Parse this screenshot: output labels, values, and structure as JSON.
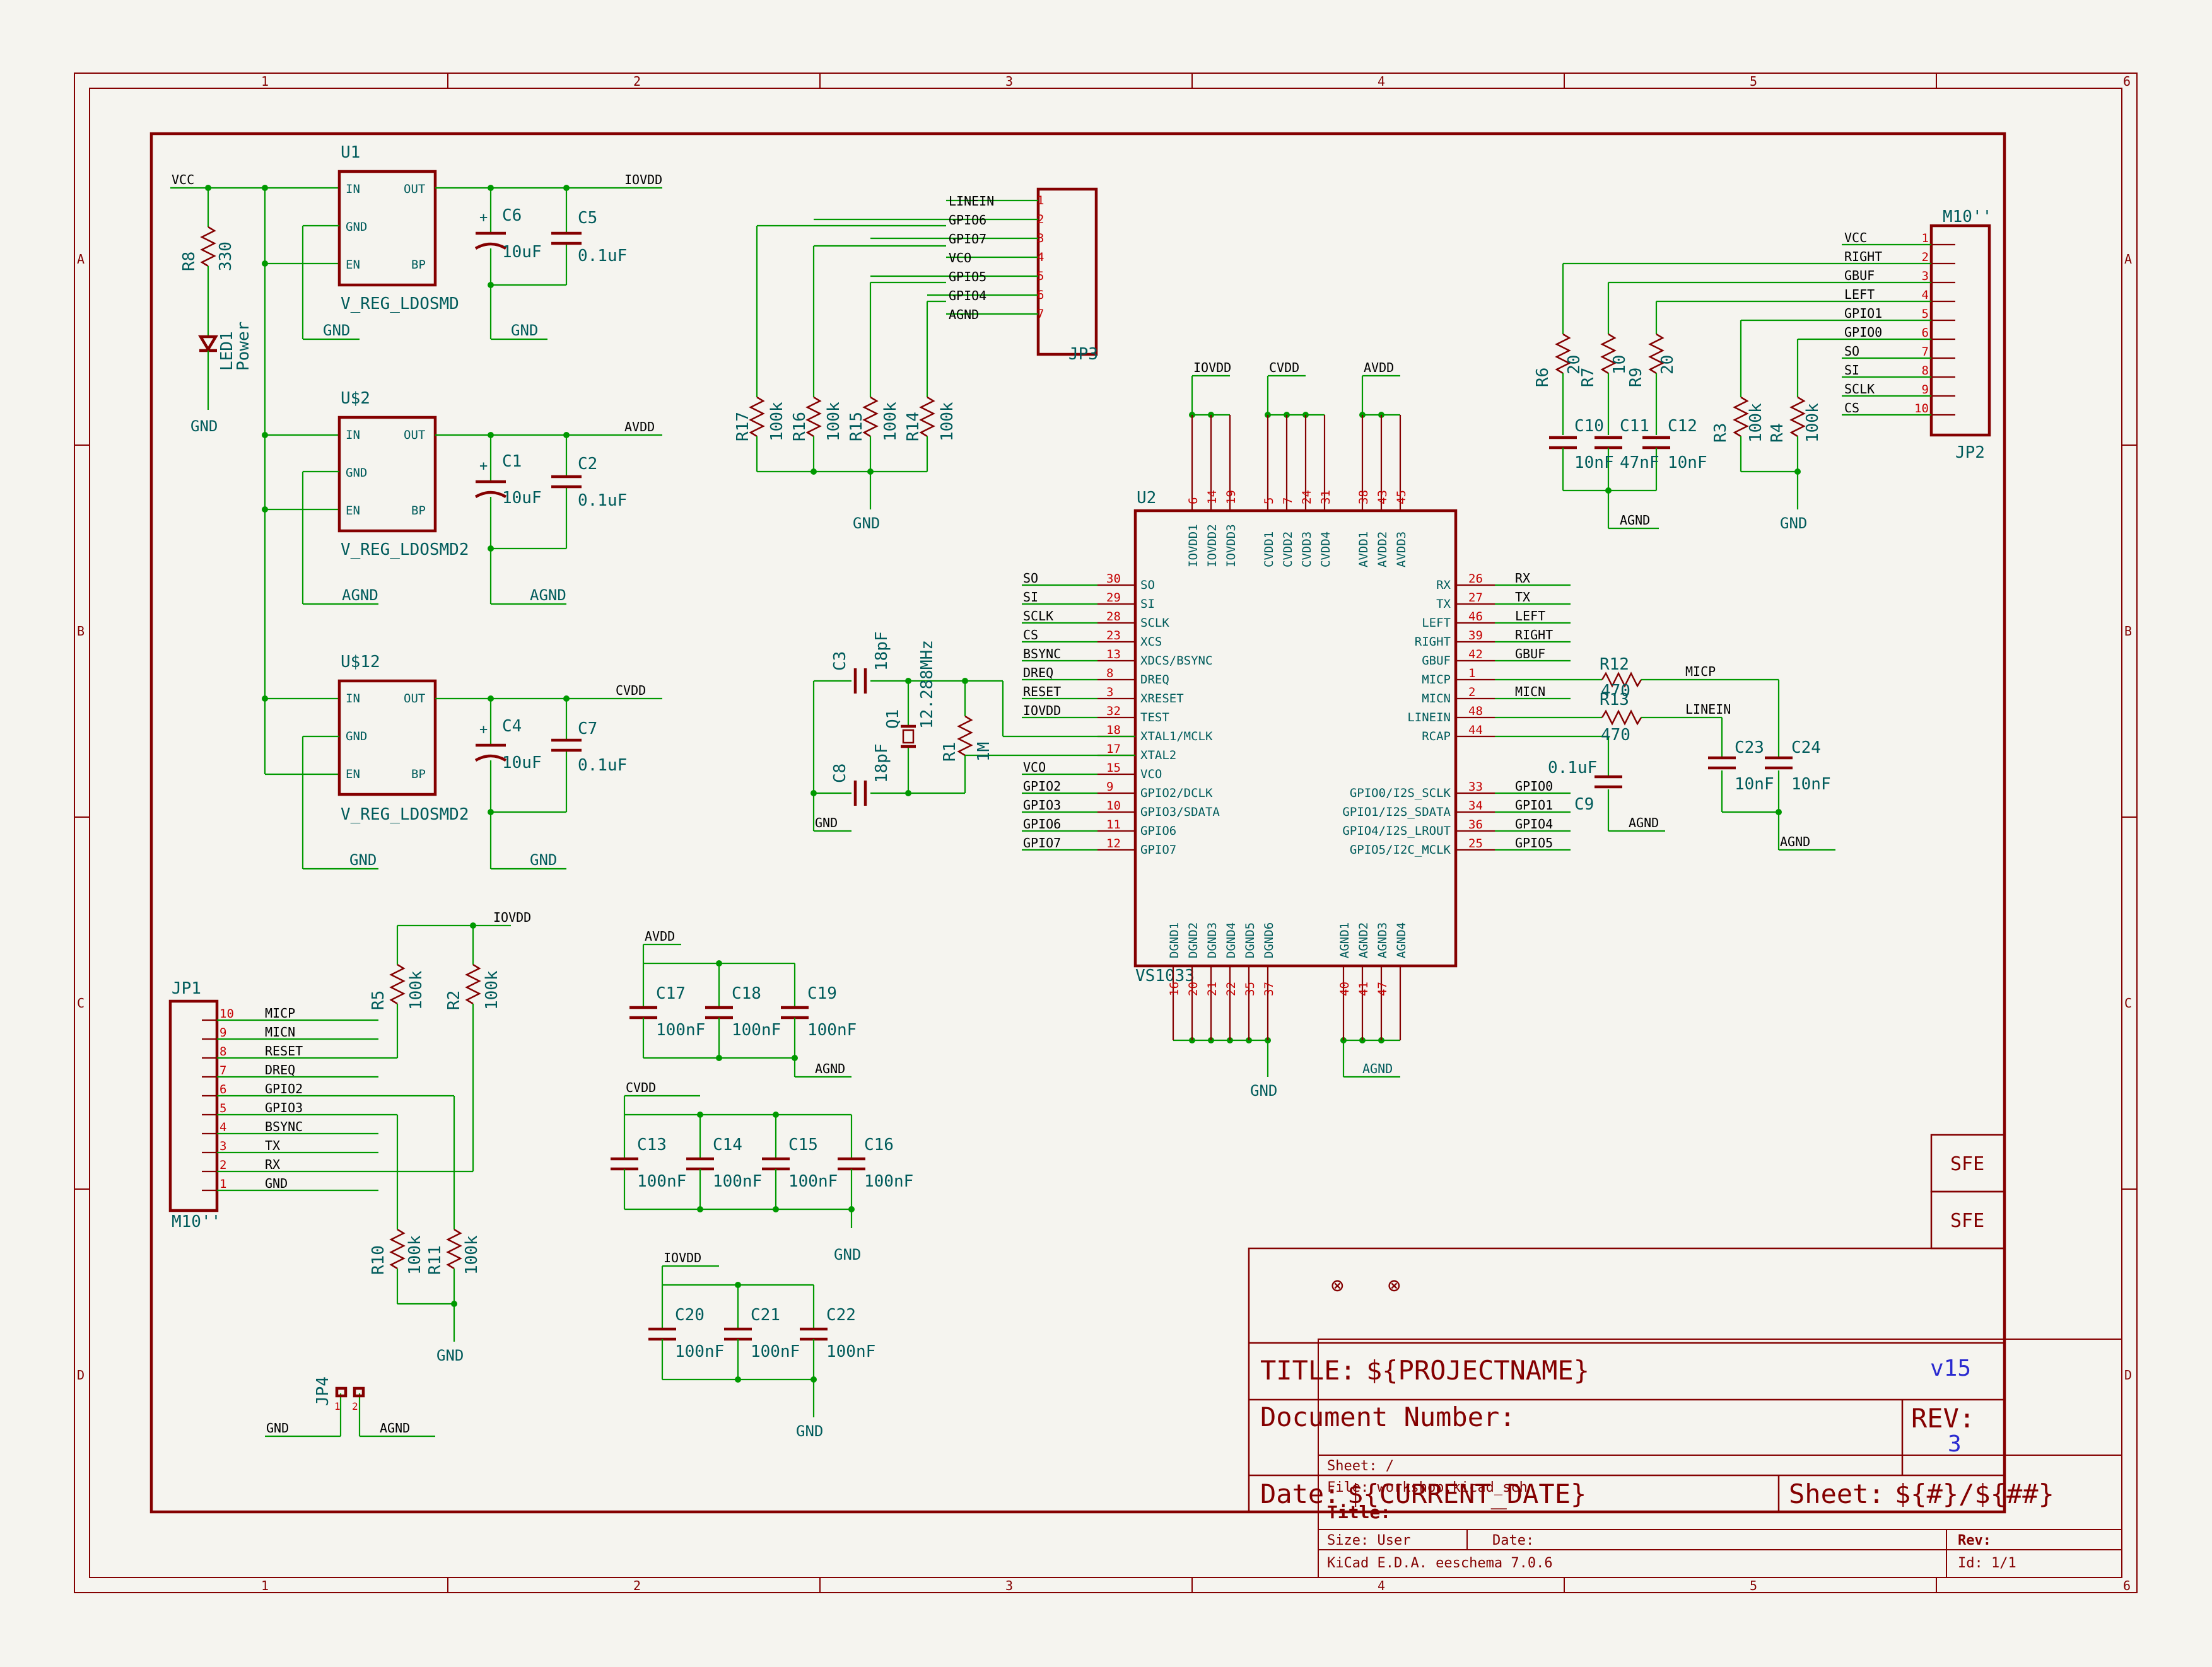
{
  "frame": {
    "columns": [
      "1",
      "2",
      "3",
      "4",
      "5",
      "6"
    ],
    "rows": [
      "A",
      "B",
      "C",
      "D"
    ],
    "tag": "SFE"
  },
  "title_block": {
    "title_label": "TITLE:",
    "title_value": "${PROJECTNAME}",
    "version": "v15",
    "doc_number_label": "Document Number:",
    "rev_label": "REV:",
    "rev_value": "3",
    "date_label": "Date:",
    "date_value": "${CURRENT_DATE}",
    "sheet_label": "Sheet:",
    "sheet_value": "${#}/${##}",
    "kicad_sheet": "Sheet: /",
    "kicad_file": "File: workshop.kicad_sch",
    "kicad_title": "Title:",
    "kicad_size": "Size: User",
    "kicad_date": "Date:",
    "kicad_rev": "Rev:",
    "kicad_tool": "KiCad E.D.A.  eeschema 7.0.6",
    "kicad_id": "Id: 1/1"
  },
  "power": {
    "vcc": "VCC",
    "iovdd": "IOVDD",
    "avdd": "AVDD",
    "cvdd": "CVDD",
    "gnd": "GND",
    "agnd": "AGND"
  },
  "regulators": [
    {
      "ref": "U1",
      "value": "V_REG_LDOSMD",
      "pins": [
        "IN",
        "GND",
        "EN",
        "OUT",
        "BP"
      ]
    },
    {
      "ref": "U$2",
      "value": "V_REG_LDOSMD2",
      "pins": [
        "IN",
        "GND",
        "EN",
        "OUT",
        "BP"
      ]
    },
    {
      "ref": "U$12",
      "value": "V_REG_LDOSMD2",
      "pins": [
        "IN",
        "GND",
        "EN",
        "OUT",
        "BP"
      ]
    }
  ],
  "caps_reg": [
    {
      "ref": "C6",
      "value": "10uF"
    },
    {
      "ref": "C5",
      "value": "0.1uF"
    },
    {
      "ref": "C1",
      "value": "10uF"
    },
    {
      "ref": "C2",
      "value": "0.1uF"
    },
    {
      "ref": "C4",
      "value": "10uF"
    },
    {
      "ref": "C7",
      "value": "0.1uF"
    }
  ],
  "led": {
    "r_ref": "R8",
    "r_value": "330",
    "led_ref": "LED1",
    "led_value": "Power"
  },
  "jp3": {
    "ref": "JP3",
    "nets": [
      "LINEIN",
      "GPIO6",
      "GPIO7",
      "VCO",
      "GPIO5",
      "GPIO4",
      "AGND"
    ],
    "pins": [
      "1",
      "2",
      "3",
      "4",
      "5",
      "6",
      "7"
    ]
  },
  "jp3_res": [
    {
      "ref": "R17",
      "value": "100k"
    },
    {
      "ref": "R16",
      "value": "100k"
    },
    {
      "ref": "R15",
      "value": "100k"
    },
    {
      "ref": "R14",
      "value": "100k"
    }
  ],
  "jp2": {
    "ref": "JP2",
    "value": "M10''",
    "nets": [
      "VCC",
      "RIGHT",
      "GBUF",
      "LEFT",
      "GPIO1",
      "GPIO0",
      "SO",
      "SI",
      "SCLK",
      "CS"
    ],
    "pins": [
      "1",
      "2",
      "3",
      "4",
      "5",
      "6",
      "7",
      "8",
      "9",
      "10"
    ]
  },
  "jp2_parts": [
    {
      "ref": "R6",
      "value": "20"
    },
    {
      "ref": "R7",
      "value": "10"
    },
    {
      "ref": "R9",
      "value": "20"
    },
    {
      "ref": "C10",
      "value": "10nF"
    },
    {
      "ref": "C11",
      "value": "47nF"
    },
    {
      "ref": "C12",
      "value": "10nF"
    },
    {
      "ref": "R3",
      "value": "100k"
    },
    {
      "ref": "R4",
      "value": "100k"
    }
  ],
  "u2": {
    "ref": "U2",
    "value": "VS1033",
    "top_pins": [
      "6",
      "14",
      "19",
      "5",
      "7",
      "24",
      "31",
      "38",
      "43",
      "45"
    ],
    "top_labels": [
      "IOVDD1",
      "IOVDD2",
      "IOVDD3",
      "CVDD1",
      "CVDD2",
      "CVDD3",
      "CVDD4",
      "AVDD1",
      "AVDD2",
      "AVDD3"
    ],
    "bottom_pins": [
      "16",
      "20",
      "21",
      "22",
      "35",
      "37",
      "40",
      "41",
      "47"
    ],
    "bottom_labels": [
      "DGND1",
      "DGND2",
      "DGND3",
      "DGND4",
      "DGND5",
      "DGND6",
      "AGND1",
      "AGND2",
      "AGND3",
      "AGND4"
    ],
    "left_nets": [
      "SO",
      "SI",
      "SCLK",
      "CS",
      "BSYNC",
      "DREQ",
      "RESET",
      "IOVDD",
      "",
      "",
      "VCO",
      "GPIO2",
      "GPIO3",
      "GPIO6",
      "GPIO7"
    ],
    "left_pins": [
      "30",
      "29",
      "28",
      "23",
      "13",
      "8",
      "3",
      "32",
      "18",
      "17",
      "15",
      "9",
      "10",
      "11",
      "12"
    ],
    "left_labels": [
      "SO",
      "SI",
      "SCLK",
      "XCS",
      "XDCS/BSYNC",
      "DREQ",
      "XRESET",
      "TEST",
      "XTAL1/MCLK",
      "XTAL2",
      "VCO",
      "GPIO2/DCLK",
      "GPIO3/SDATA",
      "GPIO6",
      "GPIO7"
    ],
    "right_labels": [
      "RX",
      "TX",
      "LEFT",
      "RIGHT",
      "GBUF",
      "MICP",
      "MICN",
      "LINEIN",
      "RCAP",
      "GPIO0/I2S_SCLK",
      "GPIO1/I2S_SDATA",
      "GPIO4/I2S_LROUT",
      "GPIO5/I2C_MCLK"
    ],
    "right_pins": [
      "26",
      "27",
      "46",
      "39",
      "42",
      "1",
      "2",
      "48",
      "44",
      "33",
      "34",
      "36",
      "25"
    ],
    "right_nets": [
      "RX",
      "TX",
      "LEFT",
      "RIGHT",
      "GBUF",
      "",
      "MICN",
      "",
      "",
      "GPIO0",
      "GPIO1",
      "GPIO4",
      "GPIO5"
    ]
  },
  "xtal": [
    {
      "ref": "C3",
      "value": "18pF"
    },
    {
      "ref": "C8",
      "value": "18pF"
    },
    {
      "ref": "Q1",
      "value": "12.288MHz"
    },
    {
      "ref": "R1",
      "value": "1M"
    }
  ],
  "mic": [
    {
      "ref": "R12",
      "value": "470"
    },
    {
      "ref": "R13",
      "value": "470"
    },
    {
      "ref": "C9",
      "value": "0.1uF"
    },
    {
      "ref": "C23",
      "value": "10nF"
    },
    {
      "ref": "C24",
      "value": "10nF"
    },
    {
      "net": "MICP"
    },
    {
      "net": "LINEIN"
    }
  ],
  "jp1": {
    "ref": "JP1",
    "value": "M10''",
    "nets": [
      "MICP",
      "MICN",
      "RESET",
      "DREQ",
      "GPIO2",
      "GPIO3",
      "BSYNC",
      "TX",
      "RX",
      "GND"
    ],
    "pins": [
      "10",
      "9",
      "8",
      "7",
      "6",
      "5",
      "4",
      "3",
      "2",
      "1"
    ]
  },
  "jp1_res": [
    {
      "ref": "R5",
      "value": "100k"
    },
    {
      "ref": "R2",
      "value": "100k"
    },
    {
      "ref": "R10",
      "value": "100k"
    },
    {
      "ref": "R11",
      "value": "100k"
    }
  ],
  "decap_avdd": [
    {
      "ref": "C17",
      "value": "100nF"
    },
    {
      "ref": "C18",
      "value": "100nF"
    },
    {
      "ref": "C19",
      "value": "100nF"
    }
  ],
  "decap_cvdd": [
    {
      "ref": "C13",
      "value": "100nF"
    },
    {
      "ref": "C14",
      "value": "100nF"
    },
    {
      "ref": "C15",
      "value": "100nF"
    },
    {
      "ref": "C16",
      "value": "100nF"
    }
  ],
  "decap_iovdd": [
    {
      "ref": "C20",
      "value": "100nF"
    },
    {
      "ref": "C21",
      "value": "100nF"
    },
    {
      "ref": "C22",
      "value": "100nF"
    }
  ],
  "jp4": {
    "ref": "JP4",
    "pins": [
      "1",
      "2"
    ]
  }
}
